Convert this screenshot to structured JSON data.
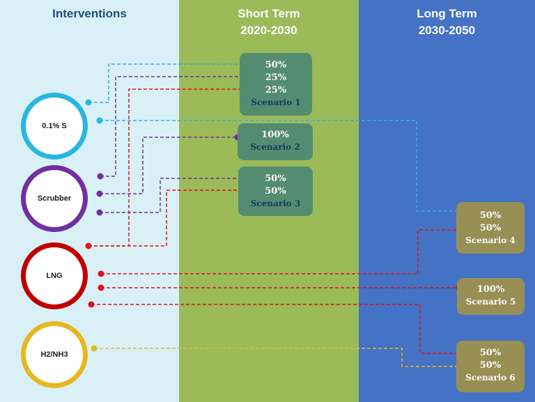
{
  "headers": {
    "interventions": "Interventions",
    "short_term": "Short Term",
    "short_term_years": "2020-2030",
    "long_term": "Long Term",
    "long_term_years": "2030-2050"
  },
  "interventions": [
    {
      "label": "0.1% S",
      "color": "#29b6e0"
    },
    {
      "label": "Scrubber",
      "color": "#7030a0"
    },
    {
      "label": "LNG",
      "color": "#c00000"
    },
    {
      "label": "H2/NH3",
      "color": "#e6b820"
    }
  ],
  "link_colors": {
    "low_sulfur": "#29b6e0",
    "scrubber": "#7030a0",
    "lng": "#e0101c",
    "h2_nh3": "#e6b820"
  },
  "scenarios": [
    {
      "name": "Scenario 1",
      "term": "short",
      "shares": [
        "50%",
        "25%",
        "25%"
      ]
    },
    {
      "name": "Scenario 2",
      "term": "short",
      "shares": [
        "100%"
      ]
    },
    {
      "name": "Scenario 3",
      "term": "short",
      "shares": [
        "50%",
        "50%"
      ]
    },
    {
      "name": "Scenario 4",
      "term": "long",
      "shares": [
        "50%",
        "50%"
      ]
    },
    {
      "name": "Scenario 5",
      "term": "long",
      "shares": [
        "100%"
      ]
    },
    {
      "name": "Scenario 6",
      "term": "long",
      "shares": [
        "50%",
        "50%"
      ]
    }
  ]
}
